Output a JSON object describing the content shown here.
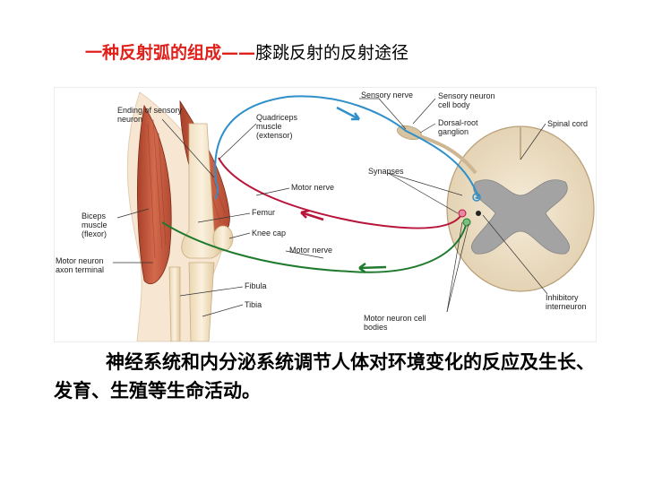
{
  "title": {
    "red_part": "一种反射弧的组成——",
    "black_part": "膝跳反射的反射途径"
  },
  "figure": {
    "labels": {
      "sensory_nerve": "Sensory nerve",
      "sensory_neuron_cell_body": "Sensory neuron\ncell body",
      "dorsal_root_ganglion": "Dorsal-root\nganglion",
      "spinal_cord": "Spinal cord",
      "ending_of_sensory_neuron": "Ending of sensory\nneuron",
      "quadriceps_muscle": "Quadriceps\nmuscle\n(extensor)",
      "motor_nerve_1": "Motor nerve",
      "synapses": "Synapses",
      "femur": "Femur",
      "knee_cap": "Knee cap",
      "biceps_muscle": "Biceps\nmuscle\n(flexor)",
      "motor_nerve_2": "Motor nerve",
      "motor_neuron_axon_terminal": "Motor neuron\naxon terminal",
      "fibula": "Fibula",
      "tibia": "Tibia",
      "motor_neuron_cell_bodies": "Motor neuron cell\nbodies",
      "inhibitory_interneuron": "Inhibitory\ninterneuron"
    },
    "colors": {
      "sensory_nerve": "#2f8fc9",
      "motor_nerve_extensor": "#b8153a",
      "motor_nerve_flexor": "#1f7a2e",
      "muscle": "#c0563a",
      "bone": "#f3e3c4",
      "gray_matter": "#9a9a9a",
      "white_matter": "#efe4cf"
    }
  },
  "body_text": "神经系统和内分泌系统调节人体对环境变化的反应及生长、发育、生殖等生命活动。"
}
